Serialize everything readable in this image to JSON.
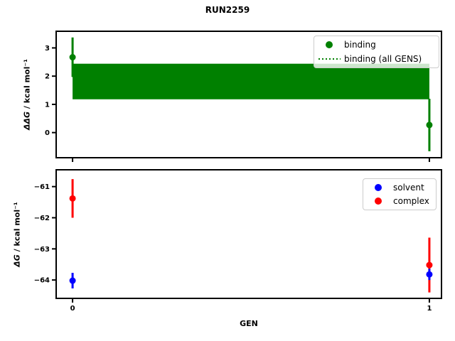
{
  "figure_title": "RUN2259",
  "colors": {
    "binding_green": "#008000",
    "solvent_blue": "#0000ff",
    "complex_red": "#ff0000",
    "axis_black": "#000000",
    "legend_border": "#cccccc"
  },
  "chart_data": [
    {
      "type": "scatter",
      "title": "RUN2259",
      "xlabel": "",
      "ylabel_math": "ΔΔG",
      "ylabel_rest": " / kcal mol⁻¹",
      "xlim": [
        -0.046,
        1.034
      ],
      "ylim": [
        -0.89,
        3.59
      ],
      "xticks": [
        0,
        1
      ],
      "yticks": [
        3,
        2,
        1,
        0
      ],
      "x_tick_labels_visible": false,
      "grid": false,
      "series": [
        {
          "name": "binding",
          "type": "errorbar-scatter",
          "color": "#008000",
          "x": [
            0,
            1
          ],
          "y": [
            2.67,
            0.27
          ],
          "yerr": [
            0.7,
            0.93
          ]
        },
        {
          "name": "binding (all GENS)",
          "type": "band",
          "color": "#008000",
          "line_style": "dotted",
          "x": [
            0,
            1
          ],
          "y_low": 1.18,
          "y_high": 2.44
        }
      ],
      "legend": {
        "position": "upper-right",
        "items": [
          {
            "label": "binding",
            "marker": "circle",
            "color": "#008000"
          },
          {
            "label": "binding (all GENS)",
            "marker": "dotted-line",
            "color": "#008000"
          }
        ]
      }
    },
    {
      "type": "scatter",
      "title": "",
      "xlabel": "GEN",
      "ylabel_math": "ΔG",
      "ylabel_rest": " / kcal mol⁻¹",
      "xlim": [
        -0.046,
        1.034
      ],
      "ylim": [
        -64.59,
        -60.46
      ],
      "xticks": [
        0,
        1
      ],
      "yticks": [
        -61,
        -62,
        -63,
        -64
      ],
      "x_tick_labels_visible": true,
      "grid": false,
      "series": [
        {
          "name": "complex",
          "type": "errorbar-scatter",
          "color": "#ff0000",
          "x": [
            0,
            1
          ],
          "y": [
            -61.38,
            -63.52
          ],
          "yerr": [
            0.62,
            0.88
          ]
        },
        {
          "name": "solvent",
          "type": "errorbar-scatter",
          "color": "#0000ff",
          "x": [
            0,
            1
          ],
          "y": [
            -64.02,
            -63.82
          ],
          "yerr": [
            0.25,
            0.18
          ]
        }
      ],
      "legend": {
        "position": "upper-right",
        "items": [
          {
            "label": "solvent",
            "marker": "circle",
            "color": "#0000ff"
          },
          {
            "label": "complex",
            "marker": "circle",
            "color": "#ff0000"
          }
        ]
      }
    }
  ]
}
